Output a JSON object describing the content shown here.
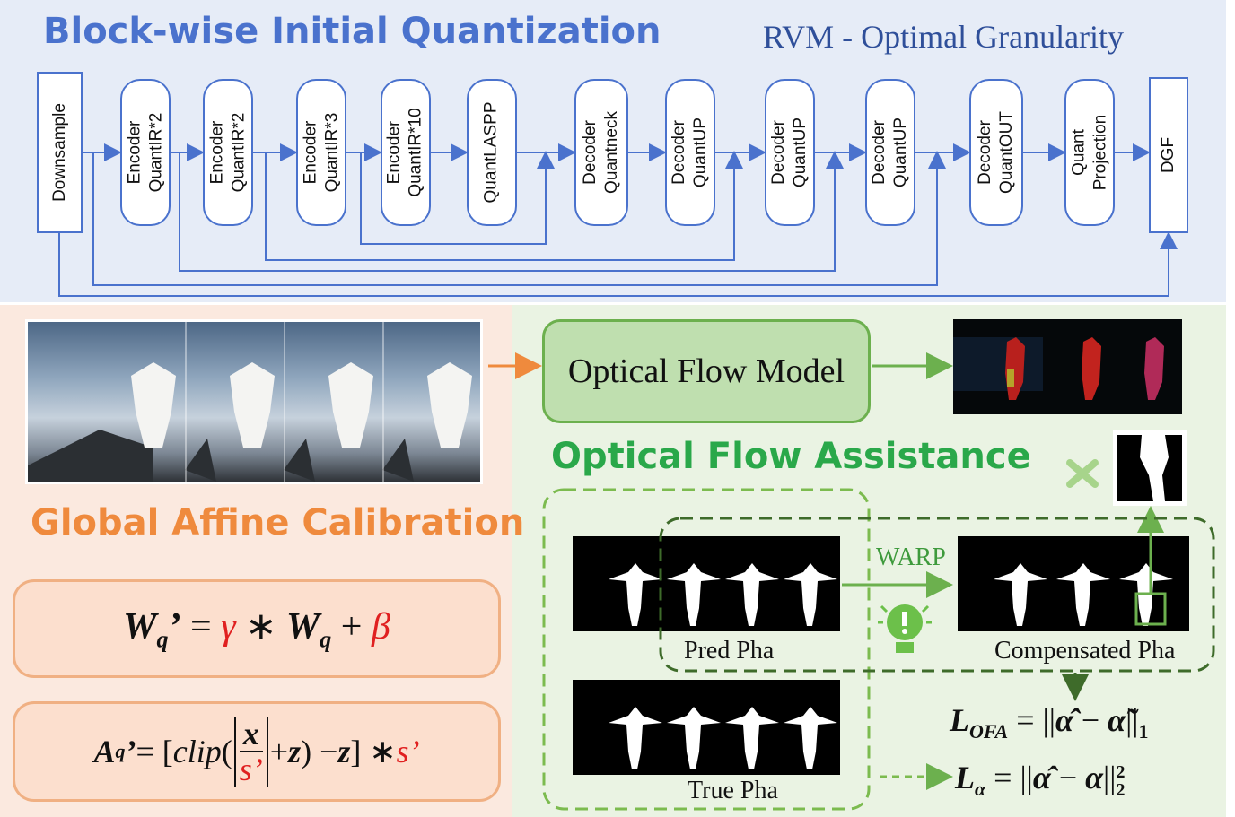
{
  "top": {
    "title": "Block-wise Initial Quantization",
    "subtitle": "RVM - Optimal Granularity",
    "blocks": [
      {
        "l1": "Downsample",
        "l2": ""
      },
      {
        "l1": "Encoder",
        "l2": "QuantIR*2"
      },
      {
        "l1": "Encoder",
        "l2": "QuantIR*2"
      },
      {
        "l1": "Encoder",
        "l2": "QuantIR*3"
      },
      {
        "l1": "Encoder",
        "l2": "QuantIR*10"
      },
      {
        "l1": "QuantLASPP",
        "l2": ""
      },
      {
        "l1": "Decoder",
        "l2": "Quantneck"
      },
      {
        "l1": "Decoder",
        "l2": "QuantUP"
      },
      {
        "l1": "Decoder",
        "l2": "QuantUP"
      },
      {
        "l1": "Decoder",
        "l2": "QuantUP"
      },
      {
        "l1": "Decoder",
        "l2": "QuantOUT"
      },
      {
        "l1": "Quant",
        "l2": "Projection"
      },
      {
        "l1": "DGF",
        "l2": ""
      }
    ]
  },
  "left": {
    "title": "Global Affine Calibration",
    "eq1": {
      "W": "W",
      "q": "q",
      "prime": "’",
      "eq": " = ",
      "gamma": "γ",
      "star": " ∗ ",
      "W2": "W",
      "q2": "q",
      "plus": " + ",
      "beta": "β"
    },
    "eq2": {
      "A": "A",
      "q": "q",
      "prime": "’",
      "eq": " = [",
      "clip": "clip",
      "open": "(",
      "x": "x",
      "s": "s’",
      "plusz": " + ",
      "z": "z",
      "close": ") − ",
      "z2": "z",
      "end": "] ∗ ",
      "s2": "s’"
    }
  },
  "right": {
    "title": "Optical Flow Assistance",
    "model": "Optical Flow Model",
    "warp": "WARP",
    "pred": "Pred Pha",
    "comp": "Compensated Pha",
    "true": "True Pha",
    "loss1": {
      "L": "L",
      "sub": "OFA",
      "rhs": " = ||",
      "ahat": "α̂",
      "minus": " − ",
      "atil": "α̃",
      "end": "||",
      "norm": "1"
    },
    "loss2": {
      "L": "L",
      "sub": "α",
      "rhs": " = ||",
      "ahat": "α̂",
      "minus": " − ",
      "a": "α",
      "end": "||",
      "sup": "2",
      "norm": "2"
    }
  },
  "colors": {
    "blue": "#4a72cd",
    "orange": "#ef8a3d",
    "green": "#2aa84a",
    "red": "#e02020"
  }
}
